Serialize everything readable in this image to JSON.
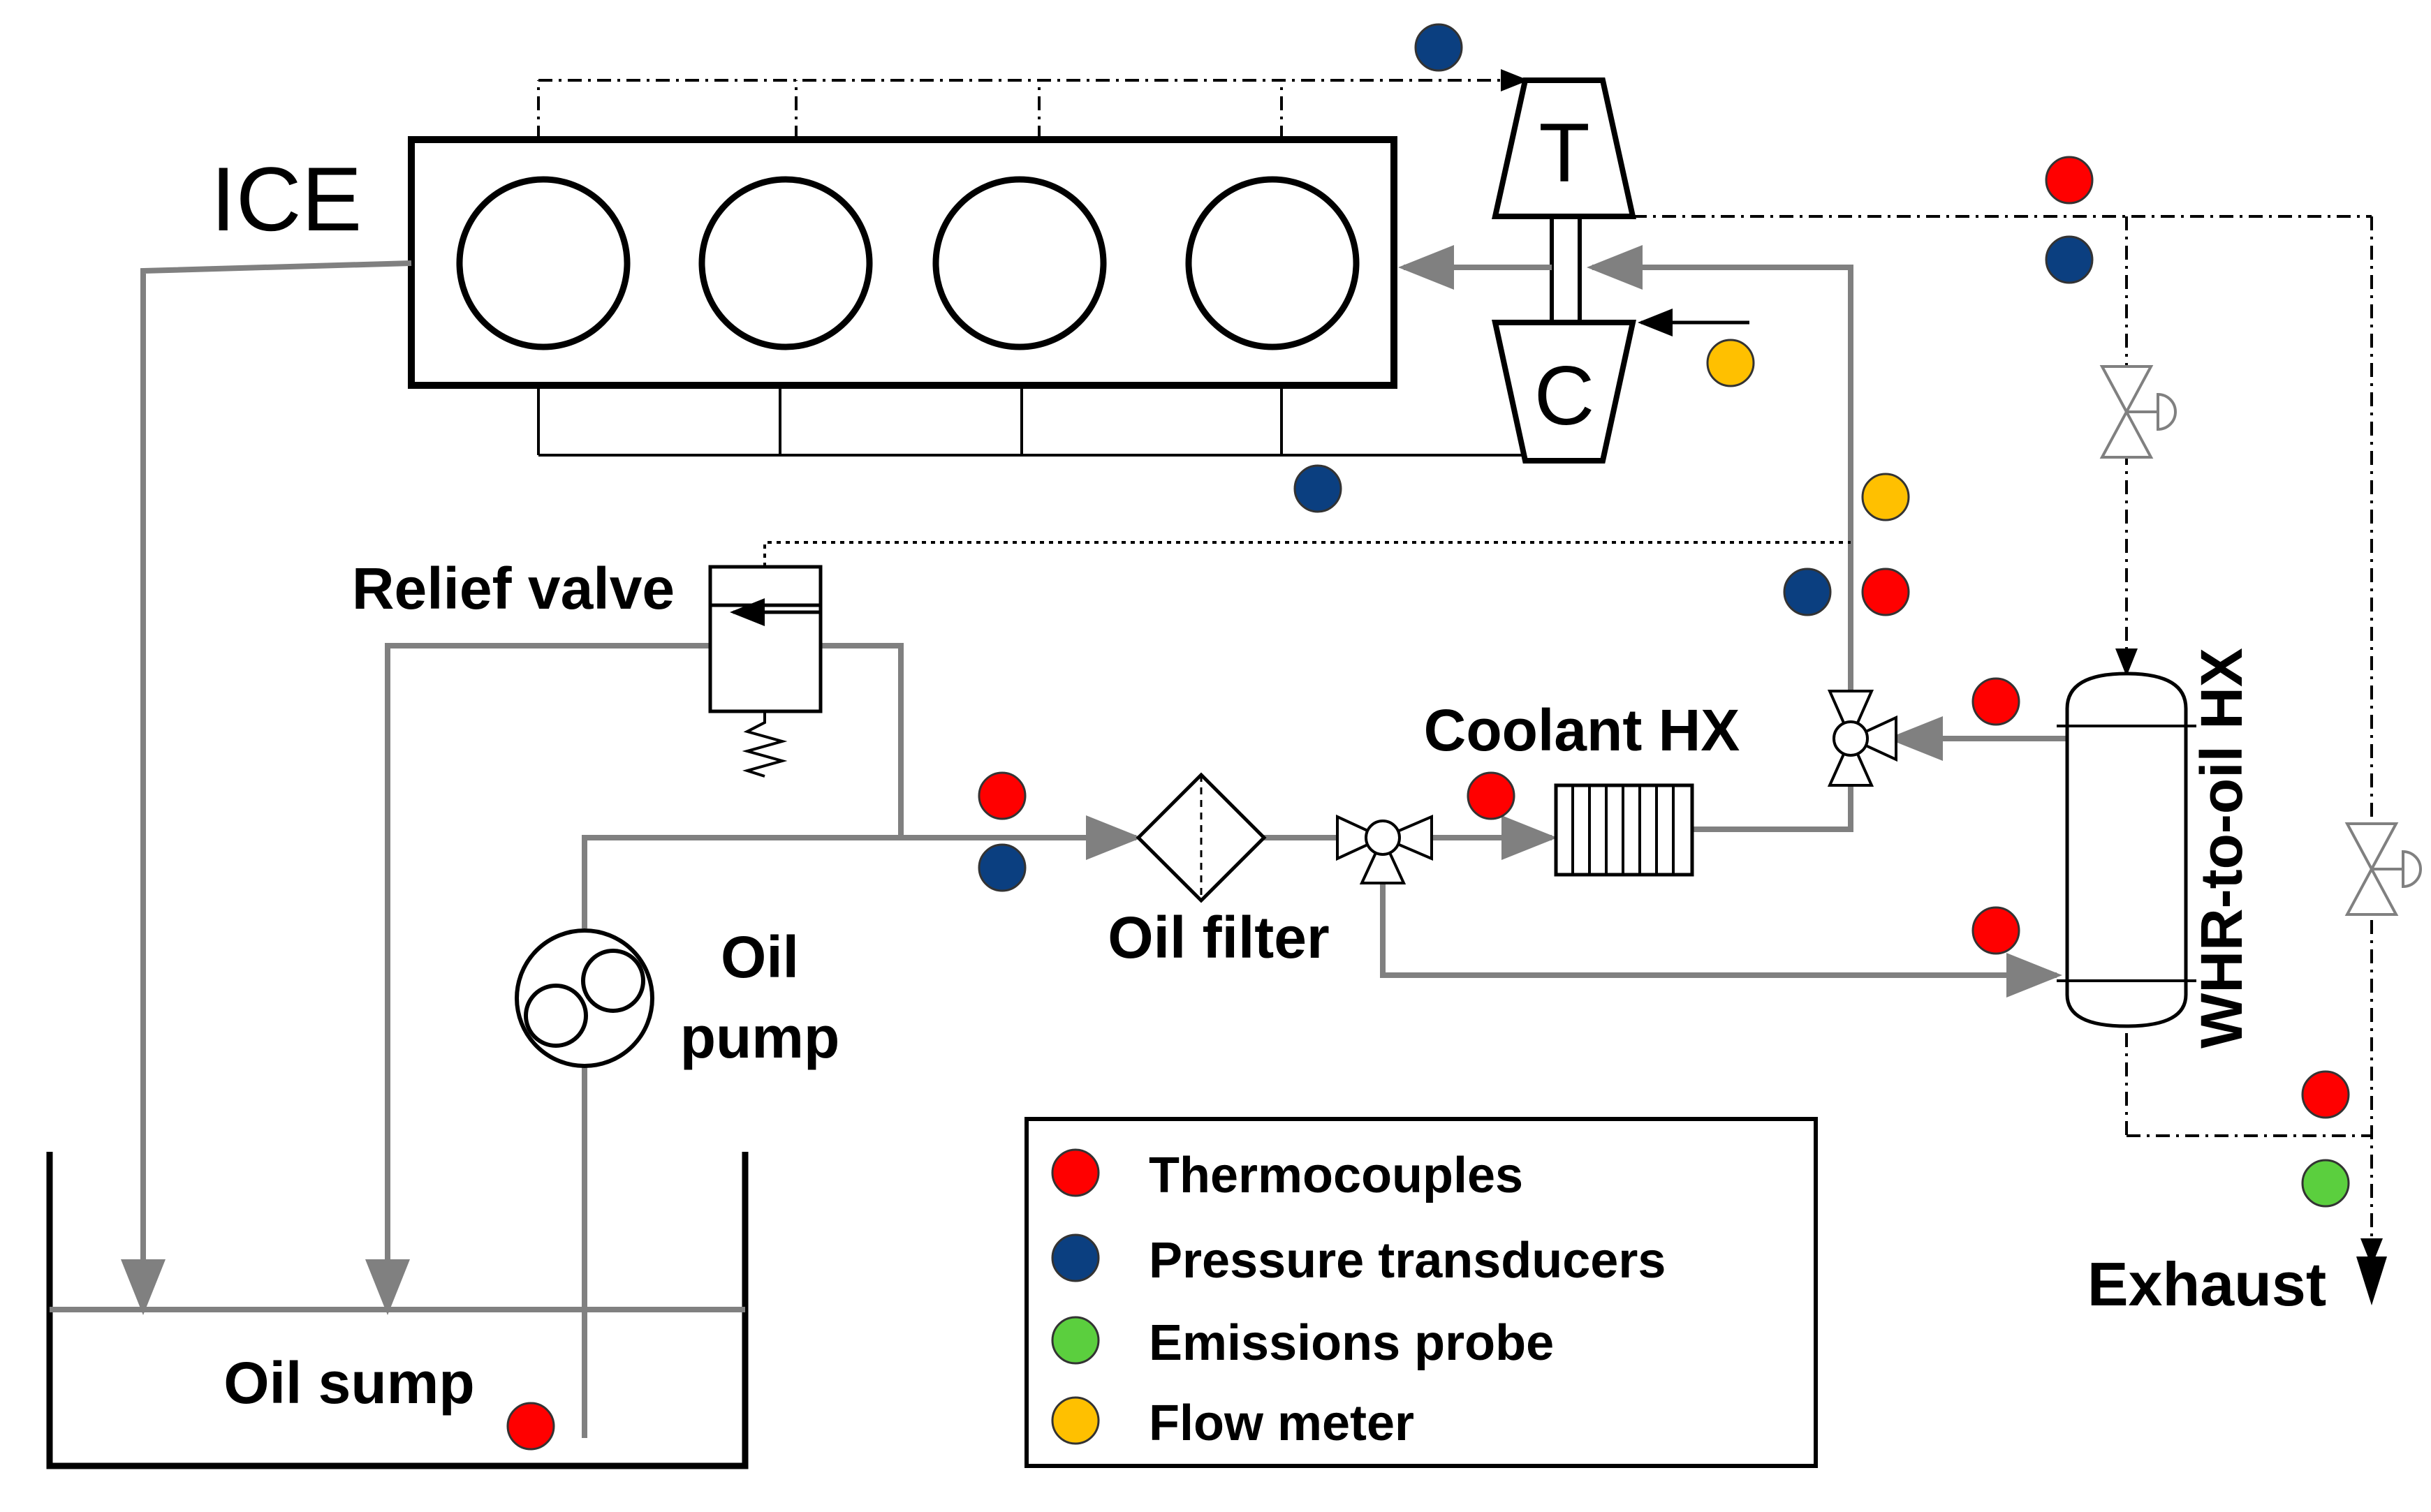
{
  "labels": {
    "ice": "ICE",
    "turbine": "T",
    "compressor": "C",
    "relief_valve": "Relief valve",
    "oil_pump_line1": "Oil",
    "oil_pump_line2": "pump",
    "oil_filter": "Oil filter",
    "coolant_hx": "Coolant HX",
    "whr_hx": "WHR-to-oil HX",
    "oil_sump": "Oil sump",
    "exhaust": "Exhaust"
  },
  "legend": {
    "items": [
      {
        "label": "Thermocouples",
        "color": "#ff0000"
      },
      {
        "label": "Pressure transducers",
        "color": "#0b3f80"
      },
      {
        "label": "Emissions probe",
        "color": "#5bcf3e"
      },
      {
        "label": "Flow meter",
        "color": "#ffc000"
      }
    ]
  },
  "colors": {
    "oil_line": "#808080",
    "outline": "#000000",
    "thermocouple": "#ff0000",
    "pressure_transducer": "#0b3f80",
    "emissions_probe": "#5bcf3e",
    "flow_meter": "#ffc000"
  }
}
